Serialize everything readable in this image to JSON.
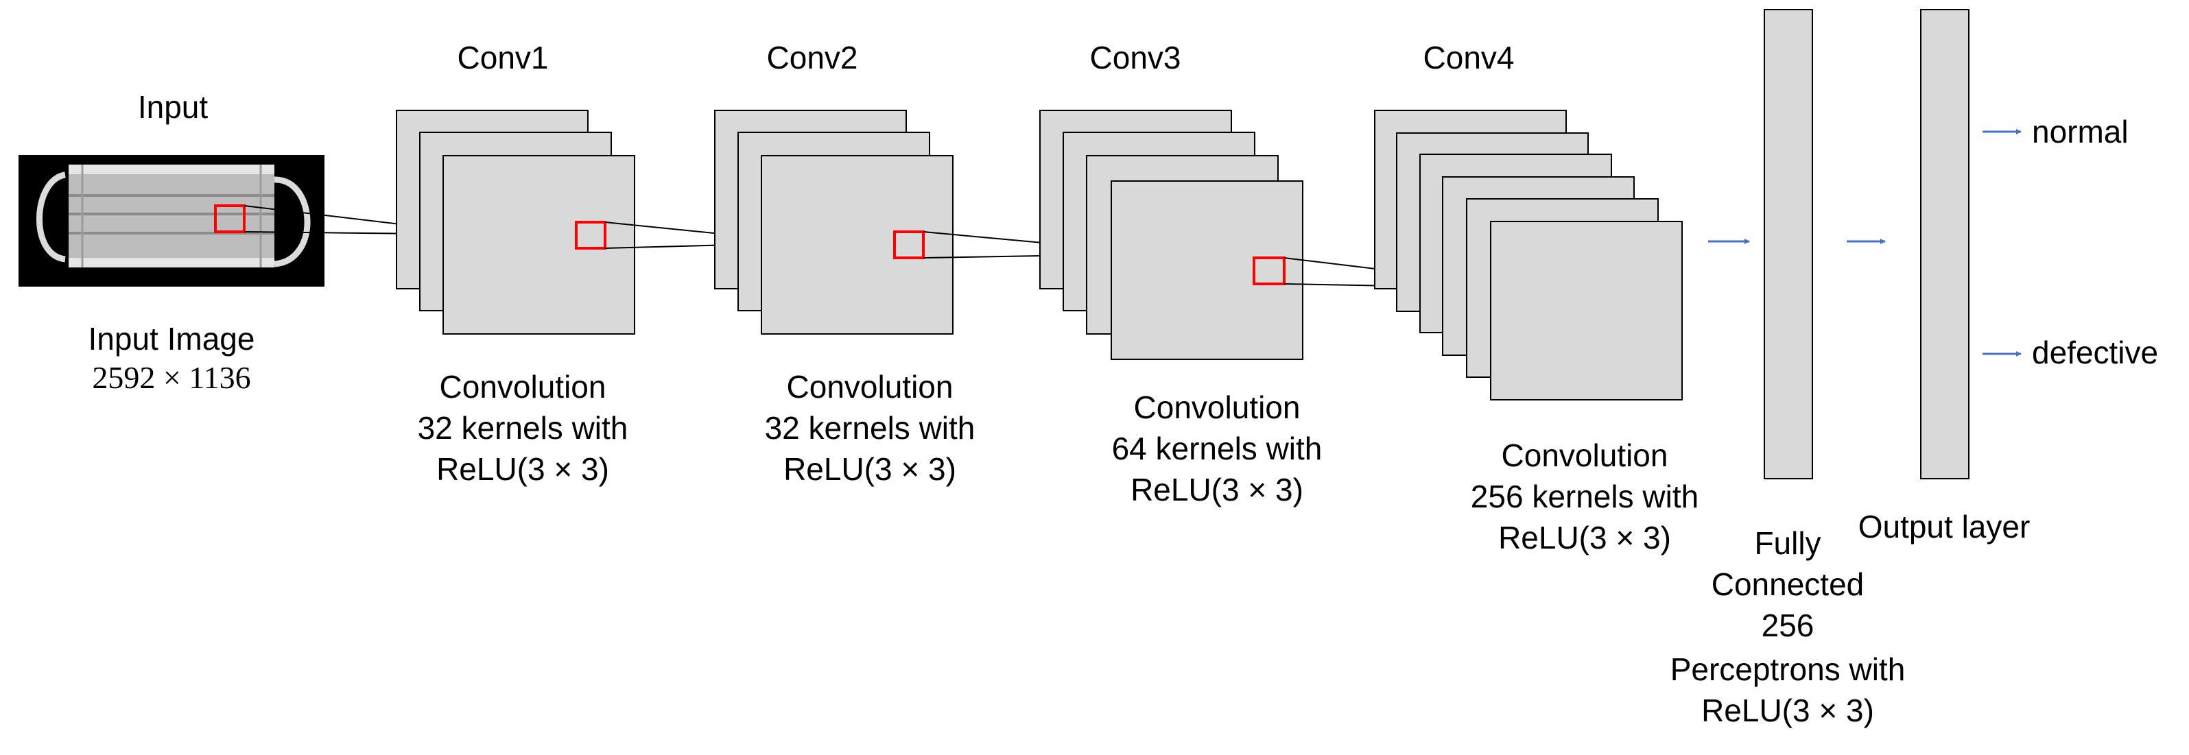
{
  "input": {
    "heading": "Input",
    "caption_line1": "Input Image",
    "caption_line2": "2592 × 1136"
  },
  "layers": [
    {
      "heading": "Conv1",
      "line1": "Convolution",
      "line2": "32 kernels with",
      "line3": "ReLU(3 × 3)"
    },
    {
      "heading": "Conv2",
      "line1": "Convolution",
      "line2": "32 kernels with",
      "line3": "ReLU(3 × 3)"
    },
    {
      "heading": "Conv3",
      "line1": "Convolution",
      "line2": "64 kernels with",
      "line3": "ReLU(3 × 3)"
    },
    {
      "heading": "Conv4",
      "line1": "Convolution",
      "line2": "256 kernels with",
      "line3": "ReLU(3 × 3)"
    }
  ],
  "fully_connected": {
    "line1": "Fully",
    "line2": "Connected",
    "line3": "256",
    "line4": "Perceptrons with",
    "line5": "ReLU(3 × 3)"
  },
  "output_layer": {
    "label": "Output layer",
    "class_top": "normal",
    "class_bottom": "defective"
  },
  "colors": {
    "feature_map_fill": "#d9d9d9",
    "outline": "#000000",
    "kernel_box": "#ff0000",
    "arrow": "#4472c4"
  }
}
